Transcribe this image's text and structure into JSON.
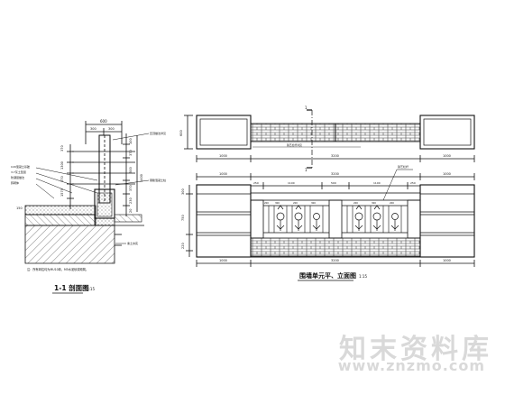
{
  "section": {
    "title": "1-1 剖面图",
    "scale": "1:15",
    "dim_top": "600",
    "dim_top_parts": [
      "300",
      "300"
    ],
    "dim_left": [
      "370",
      "1300",
      "370",
      "1570"
    ],
    "dim_right": [
      "100",
      "370",
      "500",
      "370",
      "230",
      "20"
    ],
    "dim_bottom_left": "150",
    "dim_right_big": "1400",
    "note": "注：所有砖柱均为MU10砖，M5水泥砂浆砌筑。",
    "leader_labels": [
      "压顶做法详见",
      "钢筋混凝土柱",
      "素土夯实",
      "C20混凝土基础",
      "3:7灰土垫层",
      "防潮层做法",
      "砖砌体"
    ]
  },
  "plan": {
    "dim_depth": "600",
    "dims_bottom": [
      "1000",
      "3200",
      "1000"
    ],
    "leader_note": "铁艺栏杆详见",
    "cut_label": "1"
  },
  "elevation": {
    "title": "围墙单元平、立面图",
    "scale": "1:15",
    "dims_top": [
      "1000",
      "3200",
      "1000"
    ],
    "dims_top_inner": [
      "250",
      "1100",
      "500",
      "1100",
      "250"
    ],
    "dims_left": [
      "300",
      "750",
      "220"
    ],
    "dims_bottom": [
      "1000",
      "3200",
      "1000"
    ],
    "dims_fence": [
      "200",
      "300",
      "200",
      "300",
      "200",
      "300",
      "200"
    ],
    "leader_note": "铁艺栏杆"
  },
  "watermark": {
    "brand": "知末资料库",
    "url": "www.znzmo.com"
  }
}
